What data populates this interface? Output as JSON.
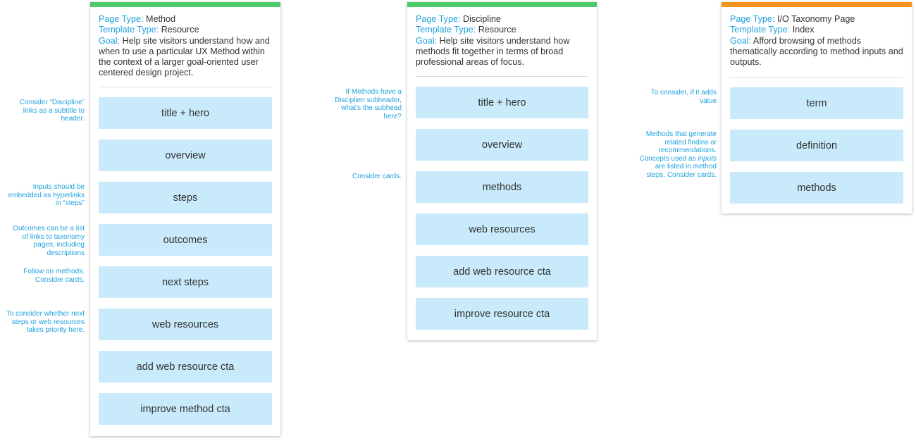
{
  "cards": [
    {
      "accent": "#4cc96a",
      "page_type_label": "Page Type:",
      "page_type": "Method",
      "template_type_label": "Template Type:",
      "template_type": "Resource",
      "goal_label": "Goal:",
      "goal_lines": [
        "Help site visitors understand how and",
        "when to use a particular UX Method within",
        "the context of a larger goal-oriented user",
        "centered design project."
      ],
      "sections": [
        "title + hero",
        "overview",
        "steps",
        "outcomes",
        "next steps",
        "web resources",
        "add web resource cta",
        "improve method cta"
      ]
    },
    {
      "accent": "#4cc96a",
      "page_type_label": "Page Type:",
      "page_type": "Discipline",
      "template_type_label": "Template Type:",
      "template_type": "Resource",
      "goal_label": "Goal:",
      "goal_lines": [
        "Help site visitors understand how",
        "methods fit together in terms of broad",
        "professional areas of focus."
      ],
      "sections": [
        "title + hero",
        "overview",
        "methods",
        "web resources",
        "add web resource cta",
        "improve resource cta"
      ]
    },
    {
      "accent": "#f5931e",
      "page_type_label": "Page Type:",
      "page_type": "I/O Taxonomy Page",
      "template_type_label": "Template Type:",
      "template_type": "Index",
      "goal_label": "Goal:",
      "goal_lines": [
        "Afford browsing of methods",
        "thematically according to method inputs and",
        "outputs."
      ],
      "sections": [
        "term",
        "definition",
        "methods"
      ]
    }
  ],
  "notes": {
    "method": [
      [
        "Consider “Discipline”",
        "links as a subtitle to",
        "header."
      ],
      [
        "Inputs should be",
        "embedded as hyperlinks",
        "in “steps”"
      ],
      [
        "Outcomes can be a list",
        "of links to taxonomy",
        "pages, including",
        "descriptions"
      ],
      [
        "Follow on methods.",
        "Consider cards."
      ],
      [
        "To consider whether next",
        "steps or web resources",
        "takes priority here."
      ]
    ],
    "discipline": [
      [
        "If Methods have a",
        "Disciplien subheader,",
        "what's the subhead",
        "here?"
      ],
      [
        "Consider cards."
      ]
    ],
    "taxonomy": [
      [
        "To consider, if it adds",
        "value"
      ],
      [
        "Methods that generate",
        "related findins or",
        "recommendations.",
        "Concepts used as |inputs|",
        "are listed in method",
        "steps. Consider cards."
      ]
    ]
  }
}
